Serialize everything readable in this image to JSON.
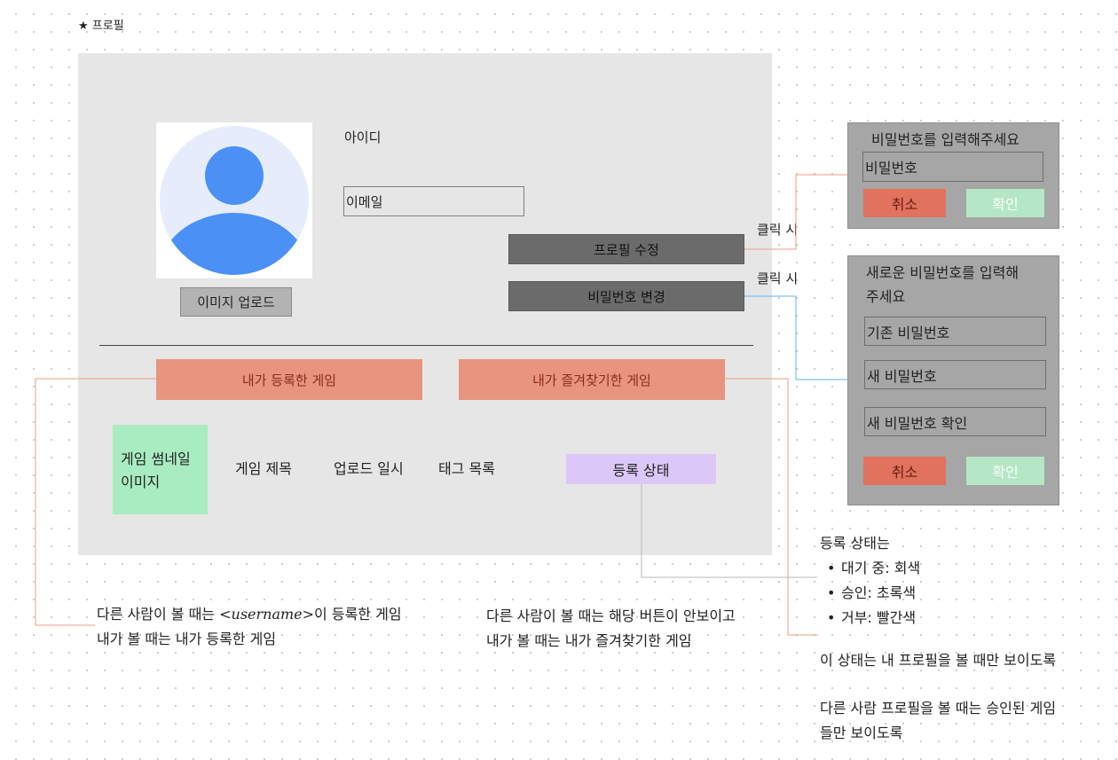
{
  "frame_title": "★ 프로필",
  "profile": {
    "upload_button": "이미지 업로드",
    "id_label": "아이디",
    "email_placeholder": "이메일",
    "edit_profile_button": "프로필 수정",
    "change_password_button": "비밀번호 변경"
  },
  "tabs": {
    "my_games": "내가 등록한 게임",
    "favorite_games": "내가 즐겨찾기한 게임"
  },
  "game_row": {
    "thumbnail_line1": "게임 썸네일",
    "thumbnail_line2": "이미지",
    "title": "게임 제목",
    "upload_date": "업로드 일시",
    "tags": "태그 목록",
    "status": "등록 상태"
  },
  "click_labels": [
    "클릭 시",
    "클릭 시"
  ],
  "popup_edit": {
    "title": "비밀번호를 입력해주세요",
    "password_placeholder": "비밀번호",
    "cancel": "취소",
    "confirm": "확인"
  },
  "popup_change": {
    "title_line1": "새로운 비밀번호를 입력해",
    "title_line2": "주세요",
    "current_placeholder": "기존 비밀번호",
    "new_placeholder": "새 비밀번호",
    "confirm_placeholder": "새 비밀번호 확인",
    "cancel": "취소",
    "confirm": "확인"
  },
  "notes": {
    "my_games_line1_a": "다른 사람이 볼 때는 ",
    "my_games_line1_user": "<username>",
    "my_games_line1_b": "이 등록한 게임",
    "my_games_line2": "내가 볼 때는 내가 등록한 게임",
    "fav_line1": "다른 사람이 볼 때는 해당 버튼이 안보이고",
    "fav_line2": "내가 볼 때는 내가 즐겨찾기한 게임",
    "status_heading": "등록 상태는",
    "status_items": [
      "대기 중: 회색",
      "승인: 초록색",
      "거부: 빨간색"
    ],
    "status_visibility": "이 상태는 내 프로필을 볼 때만 보이도록",
    "other_line1": "다른 사람 프로필을 볼 때는 승인된 게임",
    "other_line2": "들만 보이도록"
  },
  "colors": {
    "frame_bg": "#e6e6e6",
    "tab_salmon": "#e8957f",
    "thumbnail_green": "#a9ecc2",
    "status_purple": "#dcc8f8",
    "popup_gray": "#a6a6a6",
    "avatar_blue": "#4a90f5",
    "connector_red": "#f0998a",
    "connector_blue": "#66b4f0"
  }
}
